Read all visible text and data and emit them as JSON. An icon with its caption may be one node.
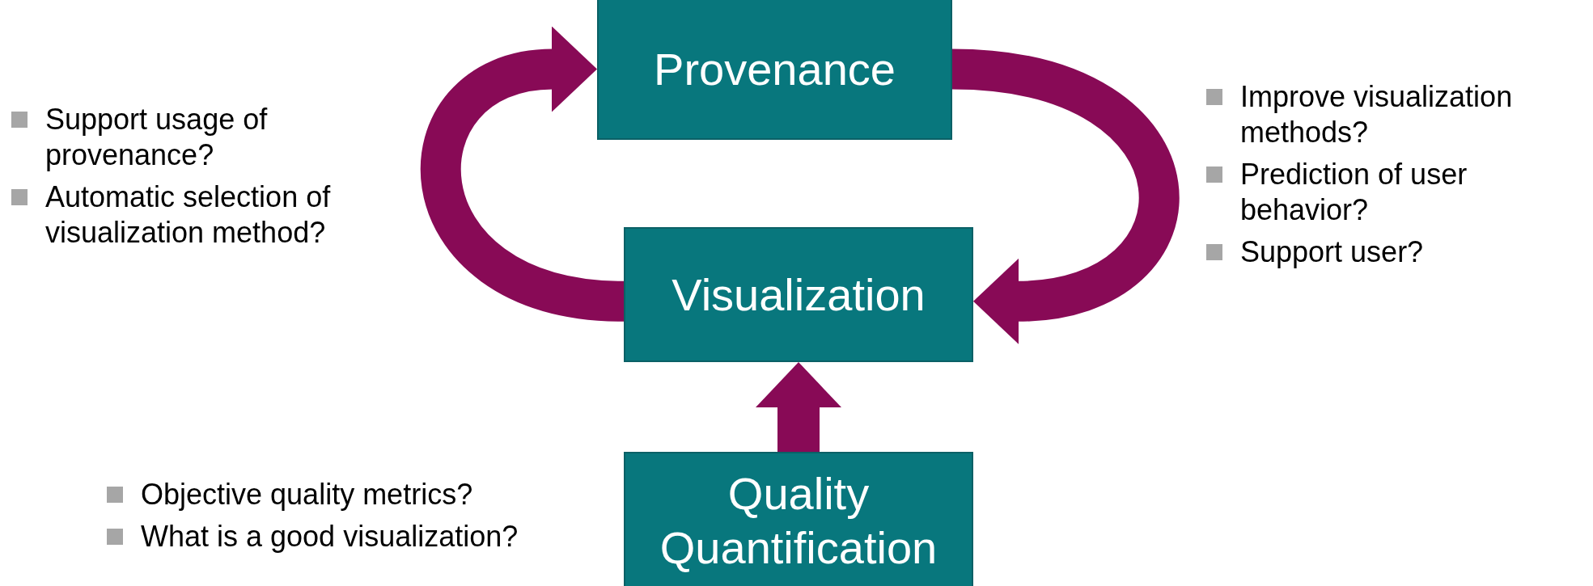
{
  "diagram": {
    "nodes": [
      {
        "text": [
          "Provenance"
        ]
      },
      {
        "text": [
          "Visualization"
        ]
      },
      {
        "text": [
          "Quality Quantification"
        ]
      }
    ],
    "edges": [
      {
        "from": 1,
        "to": 0,
        "arrow": "to"
      },
      {
        "from": 0,
        "to": 1,
        "arrow": "to"
      },
      {
        "from": 2,
        "to": 1,
        "arrow": "to"
      }
    ],
    "labels": [
      "Support usage of provenance?",
      "Automatic selection of visualization method?",
      "Improve visualization methods?",
      "Prediction of user behavior?",
      "Support user?",
      "Objective quality metrics?",
      "What is a good visualization?"
    ]
  }
}
